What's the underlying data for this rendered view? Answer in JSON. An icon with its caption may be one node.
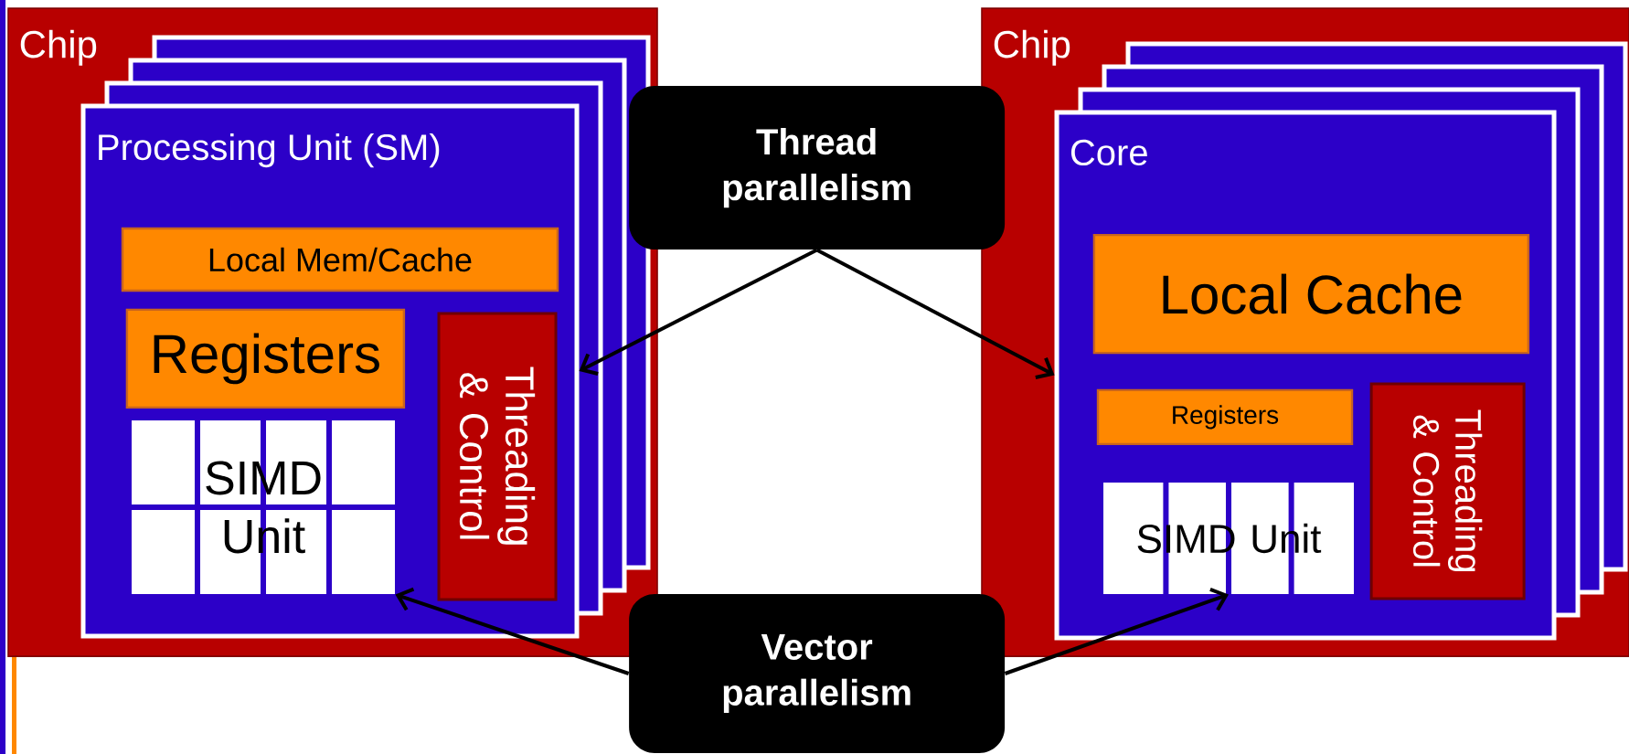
{
  "diagram": {
    "nodes": [
      {
        "text": [
          "Chip"
        ]
      },
      {
        "text": [
          "Processing Unit (SM)"
        ],
        "in": 0
      },
      {
        "text": [
          "Local Mem/Cache"
        ],
        "in": 1
      },
      {
        "text": [
          "Registers"
        ],
        "in": 1
      },
      {
        "text": [
          "SIMD Unit"
        ],
        "in": 1
      },
      {
        "text": [
          "Threading & Control"
        ],
        "in": 1
      },
      {
        "text": [
          "Chip"
        ]
      },
      {
        "text": [
          "Core"
        ],
        "in": 6
      },
      {
        "text": [
          "Local Cache"
        ],
        "in": 7
      },
      {
        "text": [
          "Registers"
        ],
        "in": 7
      },
      {
        "text": [
          "SIMD Unit"
        ],
        "in": 7
      },
      {
        "text": [
          "Threading & Control"
        ],
        "in": 7
      },
      {
        "text": [
          "Thread parallelism"
        ]
      },
      {
        "text": [
          "Vector parallelism"
        ]
      }
    ],
    "edges": [
      {
        "from": 12,
        "to": 1,
        "arrow": "to"
      },
      {
        "from": 12,
        "to": 7,
        "arrow": "to"
      },
      {
        "from": 13,
        "to": 4,
        "arrow": "to"
      },
      {
        "from": 13,
        "to": 10,
        "arrow": "to"
      }
    ]
  }
}
